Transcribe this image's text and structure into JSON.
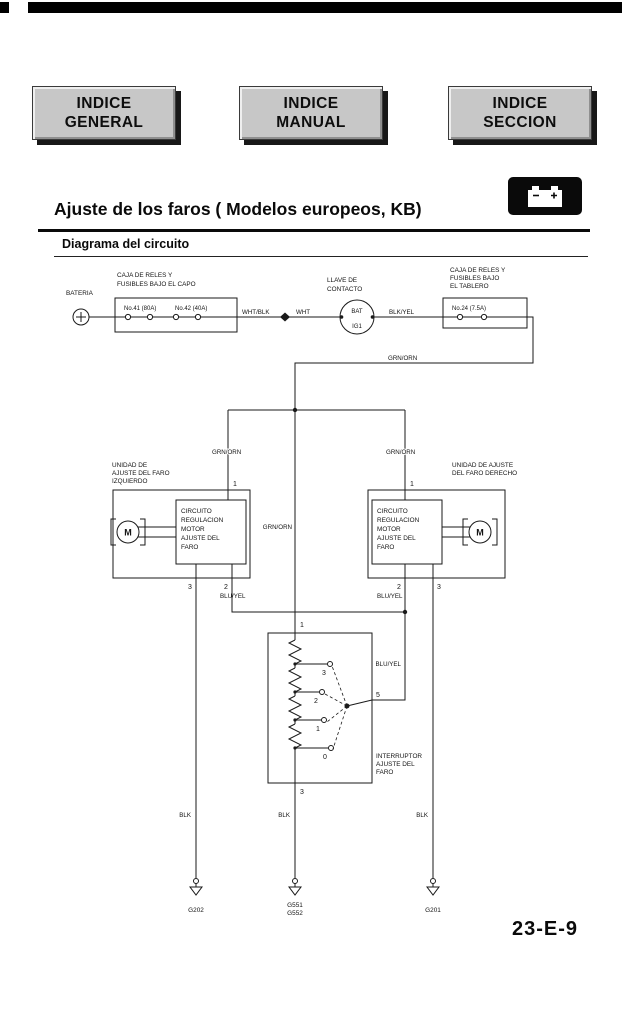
{
  "page": {
    "title": "Ajuste de los faros ( Modelos europeos, KB)",
    "section_title": "Diagrama del circuito",
    "page_number": "23-E-9"
  },
  "nav": {
    "buttons": [
      {
        "line1": "INDICE",
        "line2": "GENERAL"
      },
      {
        "line1": "INDICE",
        "line2": "MANUAL"
      },
      {
        "line1": "INDICE",
        "line2": "SECCION"
      }
    ]
  },
  "icons": {
    "battery": "battery-icon",
    "ground": "ground-symbol"
  },
  "diagram": {
    "battery": {
      "label": "BATERIA"
    },
    "fusebox_hood": {
      "label_l1": "CAJA DE RELES Y",
      "label_l2": "FUSIBLES BAJO EL CAPO",
      "fuse_41": "No.41 (80A)",
      "fuse_42": "No.42 (40A)"
    },
    "ignition_switch": {
      "label_l1": "LLAVE DE",
      "label_l2": "CONTACTO",
      "terminal_bat": "BAT",
      "terminal_ig1": "IG1"
    },
    "fusebox_dash": {
      "label_l1": "CAJA DE RELES Y",
      "label_l2": "FUSIBLES BAJO",
      "label_l3": "EL TABLERO",
      "fuse_24": "No.24 (7.5A)"
    },
    "wire_colors": {
      "wht_blk": "WHT/BLK",
      "wht": "WHT",
      "blk_yel": "BLK/YEL",
      "grn_orn": "GRN/ORN",
      "blu_yel": "BLU/YEL",
      "blk": "BLK"
    },
    "left_unit": {
      "label_l1": "UNIDAD DE",
      "label_l2": "AJUSTE DEL FARO",
      "label_l3": "IZQUIERDO"
    },
    "right_unit": {
      "label_l1": "UNIDAD DE AJUSTE",
      "label_l2": "DEL FARO DERECHO"
    },
    "adjuster_circuit": {
      "l1": "CIRCUITO",
      "l2": "REGULACION",
      "l3": "MOTOR",
      "l4": "AJUSTE DEL",
      "l5": "FARO"
    },
    "motor_label": "M",
    "switch": {
      "label_l1": "INTERRUPTOR",
      "label_l2": "AJUSTE DEL",
      "label_l3": "FARO",
      "positions": [
        "3",
        "2",
        "1",
        "0"
      ],
      "pin_1": "1",
      "pin_3": "3",
      "pin_5": "5"
    },
    "pins": {
      "p1": "1",
      "p2": "2",
      "p3": "3"
    },
    "grounds": {
      "g202": "G202",
      "g551": "G551",
      "g552": "G552",
      "g201": "G201"
    }
  }
}
